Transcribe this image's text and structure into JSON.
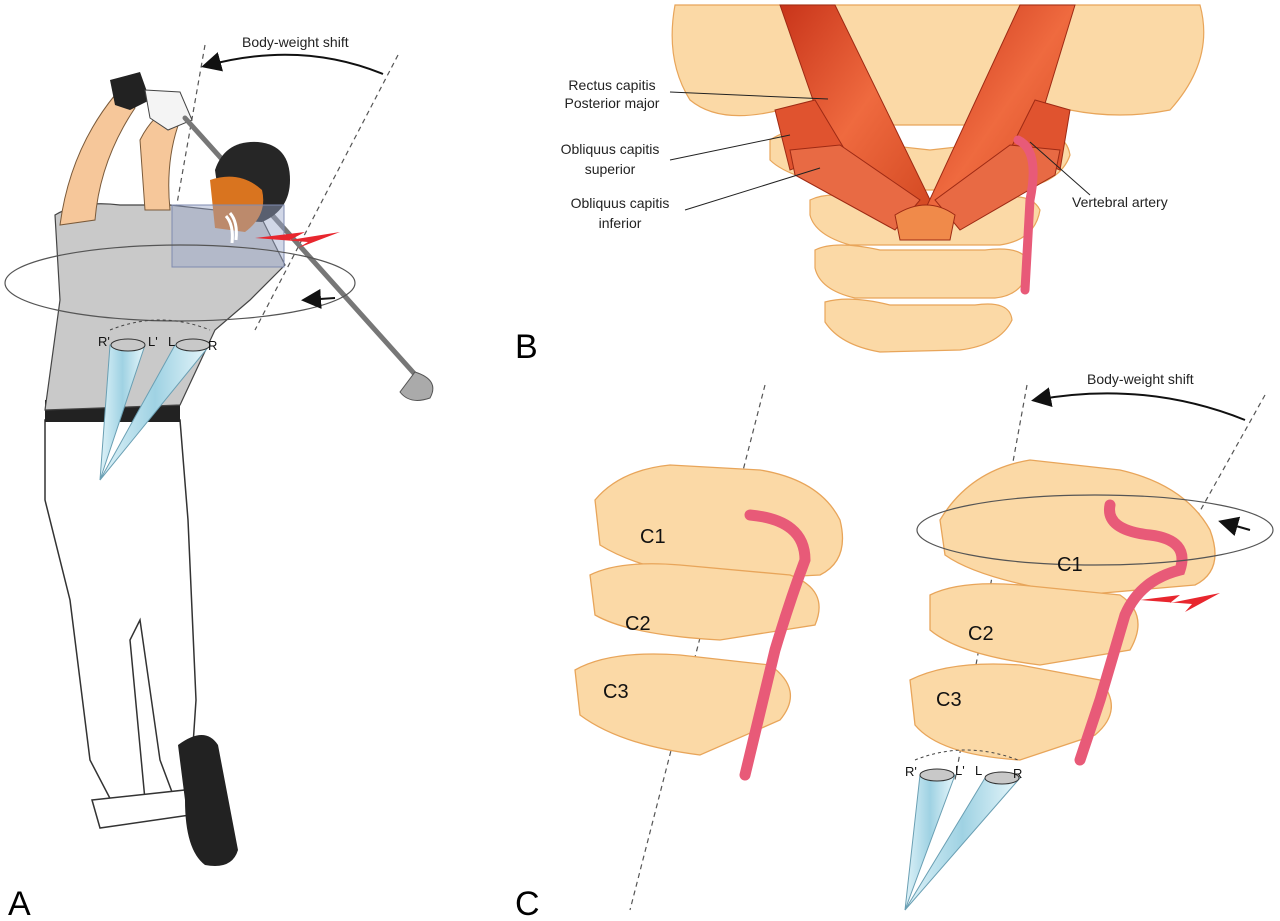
{
  "panels": {
    "a": {
      "letter": "A",
      "shift_label": "Body-weight shift",
      "rotation_labels": {
        "r_prime": "R'",
        "l_prime": "L'",
        "l": "L",
        "r": "R"
      }
    },
    "b": {
      "letter": "B",
      "labels": {
        "rectus_line1": "Rectus capitis",
        "rectus_line2": "Posterior major",
        "obl_sup_line1": "Obliquus capitis",
        "obl_sup_line2": "superior",
        "obl_inf_line1": "Obliquus capitis",
        "obl_inf_line2": "inferior",
        "vertebral_artery": "Vertebral artery"
      }
    },
    "c": {
      "letter": "C",
      "shift_label": "Body-weight shift",
      "left_vertebrae": [
        "C1",
        "C2",
        "C3"
      ],
      "right_vertebrae": [
        "C1",
        "C2",
        "C3"
      ],
      "rotation_labels": {
        "r_prime": "R'",
        "l_prime": "L'",
        "l": "L",
        "r": "R"
      }
    }
  },
  "colors": {
    "bone": "#fbd9a6",
    "bone_edge": "#e8a55a",
    "muscle": "#e0532f",
    "artery": "#e85a78",
    "lightning": "#e8262e",
    "cone": "#bfe6f2"
  }
}
